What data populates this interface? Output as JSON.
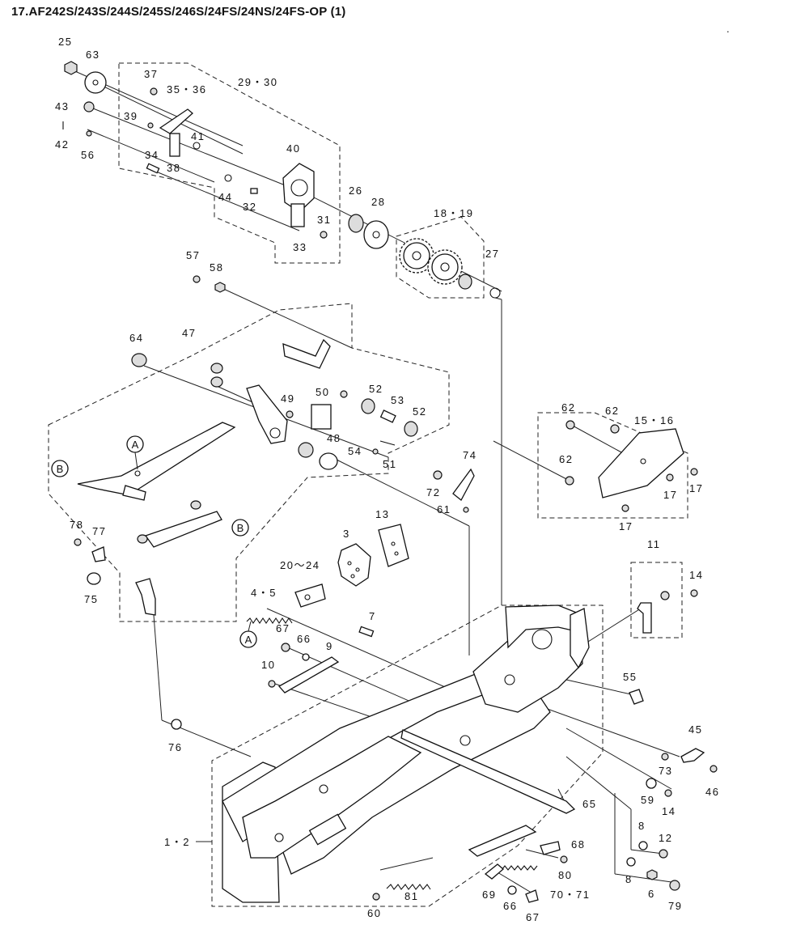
{
  "title": "17.AF242S/243S/244S/245S/246S/24FS/24NS/24FS-OP (1)",
  "dot_mark": ".",
  "labels": {
    "l25": "25",
    "l63": "63",
    "l37": "37",
    "l35_36": "35・36",
    "l29_30": "29・30",
    "l43": "43",
    "l39": "39",
    "l41": "41",
    "l42": "42",
    "l56": "56",
    "l34": "34",
    "l38": "38",
    "l40": "40",
    "l44": "44",
    "l32": "32",
    "l26": "26",
    "l28": "28",
    "l31": "31",
    "l33": "33",
    "l18_19": "18・19",
    "l27": "27",
    "l57": "57",
    "l58": "58",
    "l64": "64",
    "l47": "47",
    "l50": "50",
    "l52a": "52",
    "l53": "53",
    "l52b": "52",
    "l49": "49",
    "l48": "48",
    "l54": "54",
    "l51": "51",
    "l74": "74",
    "l72": "72",
    "l61": "61",
    "l62a": "62",
    "l62b": "62",
    "l15_16": "15・16",
    "l62c": "62",
    "l17a": "17",
    "l17b": "17",
    "l17c": "17",
    "l13": "13",
    "l3": "3",
    "l78": "78",
    "l77": "77",
    "l75": "75",
    "l20_24": "20～24",
    "l4_5": "4・5",
    "l11": "11",
    "l14a": "14",
    "l7": "7",
    "l67a": "67",
    "l66a": "66",
    "l9": "9",
    "l10": "10",
    "l55": "55",
    "l76": "76",
    "l45": "45",
    "l73": "73",
    "l59": "59",
    "l46": "46",
    "l14b": "14",
    "l65": "65",
    "l1_2": "1・2",
    "l8a": "8",
    "l12": "12",
    "l68": "68",
    "l80": "80",
    "l8b": "8",
    "l69": "69",
    "l70_71": "70・71",
    "l6": "6",
    "l81": "81",
    "l66b": "66",
    "l79": "79",
    "l60": "60",
    "l67b": "67"
  },
  "callouts": {
    "cA1": "A",
    "cB1": "B",
    "cB2": "B",
    "cA2": "A"
  }
}
